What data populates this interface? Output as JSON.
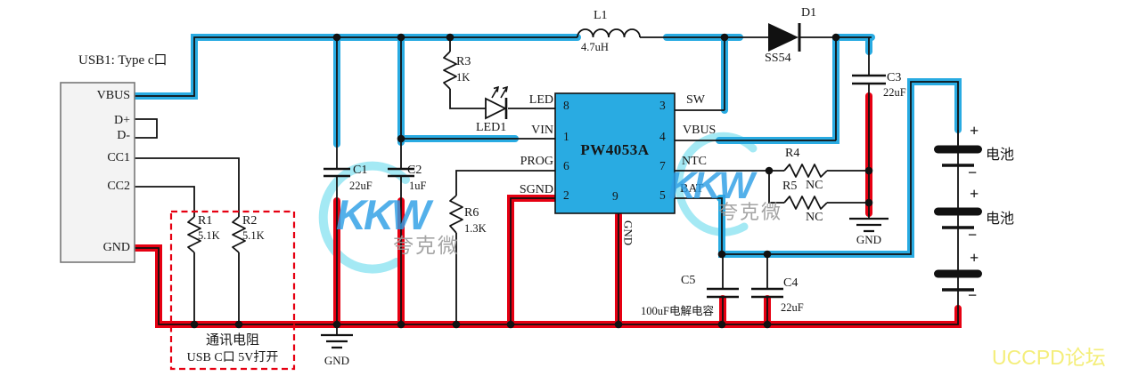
{
  "connector": {
    "title": "USB1: Type c口",
    "pins": {
      "vbus": "VBUS",
      "dp": "D+",
      "dm": "D-",
      "cc1": "CC1",
      "cc2": "CC2",
      "gnd": "GND"
    }
  },
  "resistors": {
    "r1": {
      "ref": "R1",
      "value": "5.1K"
    },
    "r2": {
      "ref": "R2",
      "value": "5.1K"
    },
    "r3": {
      "ref": "R3",
      "value": "1K"
    },
    "r4": {
      "ref": "R4",
      "value": "NC"
    },
    "r5": {
      "ref": "R5",
      "value": "NC"
    },
    "r6": {
      "ref": "R6",
      "value": "1.3K"
    }
  },
  "capacitors": {
    "c1": {
      "ref": "C1",
      "value": "22uF"
    },
    "c2": {
      "ref": "C2",
      "value": "1uF"
    },
    "c3": {
      "ref": "C3",
      "value": "22uF"
    },
    "c4": {
      "ref": "C4",
      "value": "22uF"
    },
    "c5": {
      "ref": "C5",
      "value": "100uF电解电容"
    }
  },
  "inductor": {
    "ref": "L1",
    "value": "4.7uH"
  },
  "diode": {
    "ref": "D1",
    "value": "SS54"
  },
  "led": {
    "ref": "LED1"
  },
  "ic": {
    "name": "PW4053A",
    "pin_numbers": {
      "p8": "8",
      "p1": "1",
      "p6": "6",
      "p2": "2",
      "p3": "3",
      "p4": "4",
      "p7": "7",
      "p5": "5",
      "p9": "9"
    },
    "pin_labels": {
      "led": "LED",
      "vin": "VIN",
      "prog": "PROG",
      "sgnd": "SGND",
      "sw": "SW",
      "vbus": "VBUS",
      "ntc": "NTC",
      "bat": "BAT",
      "gnd": "GND"
    }
  },
  "grounds": {
    "g1": "GND",
    "g2": "GND",
    "g3": "GND"
  },
  "batteries": {
    "plus": "+",
    "minus": "−",
    "b1": "电池",
    "b2": "电池"
  },
  "note": {
    "line1": "通讯电阻",
    "line2": "USB C口 5V打开"
  },
  "watermark": {
    "brand": "KKW",
    "brand_cn": "夸克微"
  },
  "forum": "UCCPD论坛",
  "colors": {
    "wire_blue": "#29ABE2",
    "wire_red": "#E60012",
    "ic_fill": "#29ABE2",
    "forum_yellow": "#F4EE7A",
    "dashed_box": "#E60012"
  }
}
